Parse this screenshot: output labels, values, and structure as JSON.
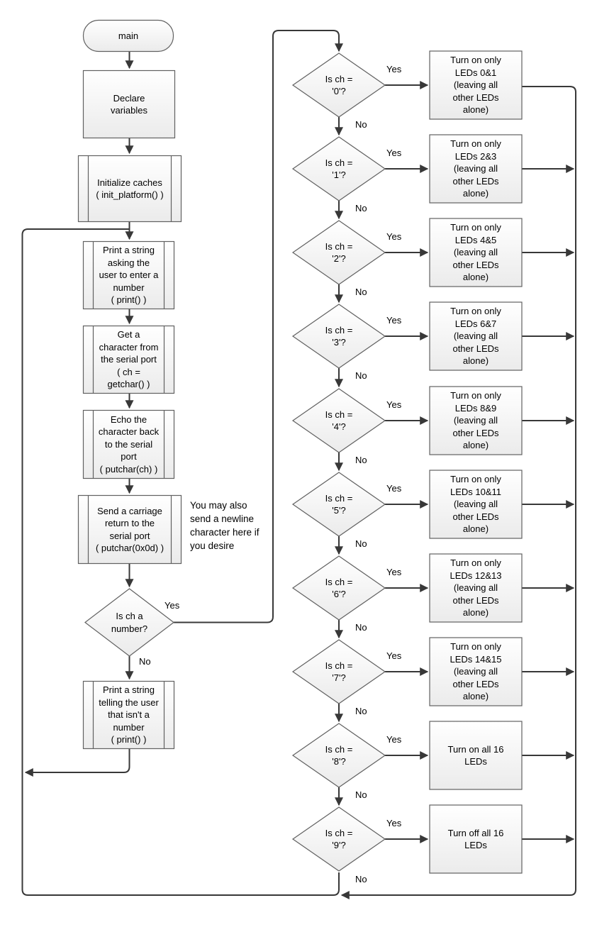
{
  "diagram": {
    "type": "flowchart",
    "labels": {
      "yes": "Yes",
      "no": "No"
    },
    "colors": {
      "background": "#ffffff",
      "shape_border": "#616161",
      "shape_fill_top": "#ffffff",
      "shape_fill_bottom": "#ebebeb",
      "connector": "#383838",
      "text": "#000000"
    },
    "left_column": {
      "main": "main",
      "declare": "Declare\nvariables",
      "init_caches": "Initialize caches\n( init_platform() )",
      "print_prompt": "Print a string\nasking the\nuser to enter a\nnumber\n( print() )",
      "get_char": "Get a\ncharacter from\nthe serial port\n( ch =\ngetchar() )",
      "echo_char": "Echo the\ncharacter back\nto the serial\nport\n( putchar(ch) )",
      "send_cr": "Send a carriage\nreturn to the\nserial port\n( putchar(0x0d) )",
      "is_number": "Is ch a\nnumber?",
      "print_error": "Print a string\ntelling the user\nthat isn't a\nnumber\n( print() )",
      "note": "You may also\nsend a newline\ncharacter here if\nyou desire"
    },
    "decisions": [
      {
        "condition": "Is ch =\n'0'?",
        "action": "Turn on only\nLEDs 0&1\n(leaving all\nother LEDs\nalone)"
      },
      {
        "condition": "Is ch =\n'1'?",
        "action": "Turn on only\nLEDs 2&3\n(leaving all\nother LEDs\nalone)"
      },
      {
        "condition": "Is ch =\n'2'?",
        "action": "Turn on only\nLEDs 4&5\n(leaving all\nother LEDs\nalone)"
      },
      {
        "condition": "Is ch =\n'3'?",
        "action": "Turn on only\nLEDs 6&7\n(leaving all\nother LEDs\nalone)"
      },
      {
        "condition": "Is ch =\n'4'?",
        "action": "Turn on only\nLEDs 8&9\n(leaving all\nother LEDs\nalone)"
      },
      {
        "condition": "Is ch =\n'5'?",
        "action": "Turn on only\nLEDs 10&11\n(leaving all\nother LEDs\nalone)"
      },
      {
        "condition": "Is ch =\n'6'?",
        "action": "Turn on only\nLEDs 12&13\n(leaving all\nother LEDs\nalone)"
      },
      {
        "condition": "Is ch =\n'7'?",
        "action": "Turn on only\nLEDs 14&15\n(leaving all\nother LEDs\nalone)"
      },
      {
        "condition": "Is ch =\n'8'?",
        "action": "Turn on all 16\nLEDs"
      },
      {
        "condition": "Is ch =\n'9'?",
        "action": "Turn off all 16\nLEDs"
      }
    ]
  }
}
